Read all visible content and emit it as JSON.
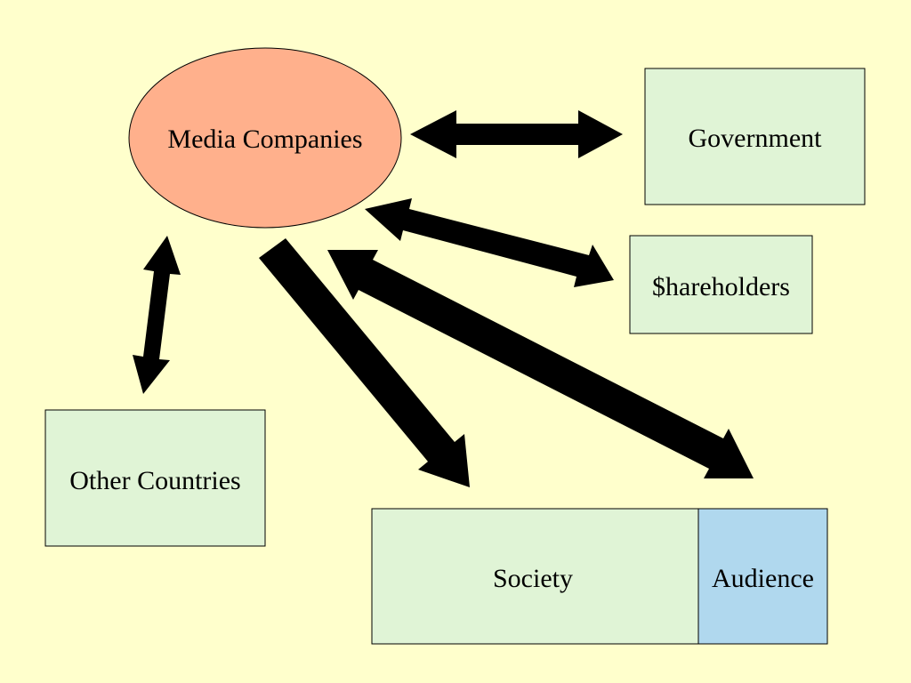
{
  "colors": {
    "background": "#FFFFCC",
    "ellipse_fill": "#FFB08C",
    "box_fill": "#E0F4D6",
    "audience_fill": "#B0D8EE",
    "arrow": "#000000"
  },
  "nodes": {
    "media_companies": "Media Companies",
    "government": "Government",
    "shareholders": "$hareholders",
    "other_countries": "Other Countries",
    "society": "Society",
    "audience": "Audience"
  },
  "edges": [
    {
      "from": "Media Companies",
      "to": "Government",
      "direction": "both"
    },
    {
      "from": "Media Companies",
      "to": "$hareholders",
      "direction": "both"
    },
    {
      "from": "Media Companies",
      "to": "Audience",
      "direction": "both"
    },
    {
      "from": "Media Companies",
      "to": "Other Countries",
      "direction": "both"
    },
    {
      "from": "Media Companies",
      "to": "Society",
      "direction": "forward"
    }
  ]
}
